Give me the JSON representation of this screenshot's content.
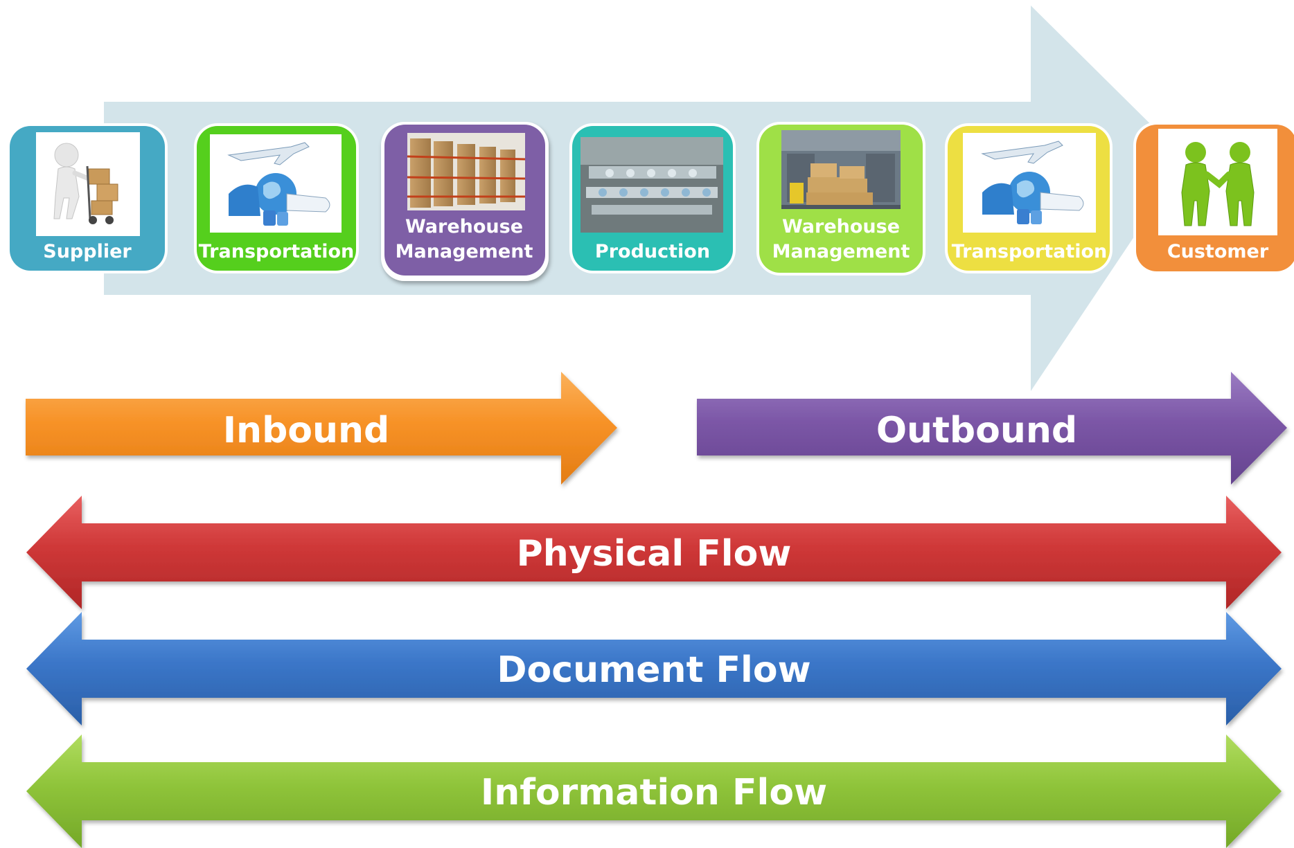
{
  "steps": [
    {
      "id": "supplier",
      "lines": [
        "Supplier"
      ],
      "color": "#45a9c4",
      "icon": "person-with-hand-truck-icon"
    },
    {
      "id": "transportation-1",
      "lines": [
        "Transportation"
      ],
      "color": "#55cf1d",
      "icon": "plane-globe-train-icon"
    },
    {
      "id": "warehouse-1",
      "lines": [
        "Warehouse",
        "Management"
      ],
      "color": "#7e5fa6",
      "icon": "warehouse-shelves-icon"
    },
    {
      "id": "production",
      "lines": [
        "Production"
      ],
      "color": "#2bbfb3",
      "icon": "production-line-icon"
    },
    {
      "id": "warehouse-2",
      "lines": [
        "Warehouse",
        "Management"
      ],
      "color": "#9fe047",
      "icon": "warehouse-forklift-icon"
    },
    {
      "id": "transportation-2",
      "lines": [
        "Transportation"
      ],
      "color": "#eddf42",
      "icon": "plane-globe-train-icon"
    },
    {
      "id": "customer",
      "lines": [
        "Customer"
      ],
      "color": "#f28f3b",
      "icon": "handshake-icon"
    }
  ],
  "inbound": {
    "label": "Inbound",
    "color": "#f79227"
  },
  "outbound": {
    "label": "Outbound",
    "color": "#7b56a6"
  },
  "flows": [
    {
      "id": "physical",
      "label": "Physical Flow",
      "color": "#cf3838"
    },
    {
      "id": "document",
      "label": "Document Flow",
      "color": "#3b76c8"
    },
    {
      "id": "information",
      "label": "Information Flow",
      "color": "#8fc43a"
    }
  ],
  "big_arrow_color": "#d3e4ea"
}
